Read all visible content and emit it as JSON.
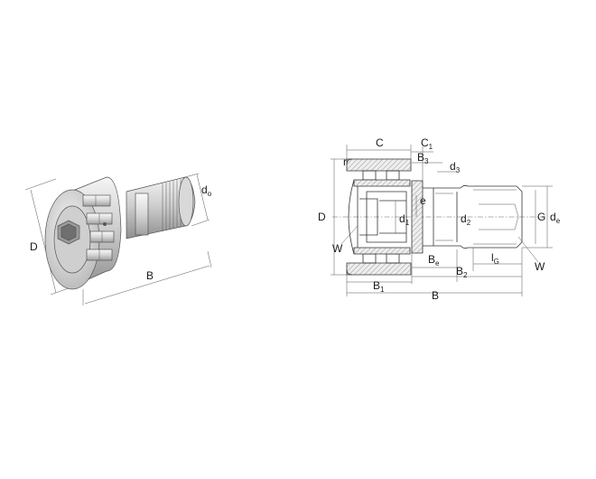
{
  "left_view": {
    "labels": {
      "D": "D",
      "B": "B",
      "d_base": "d",
      "d_sub": "o"
    }
  },
  "right_view": {
    "labels": {
      "C": "C",
      "C1_base": "C",
      "C1_sub": "1",
      "B3_base": "B",
      "B3_sub": "3",
      "d3_base": "d",
      "d3_sub": "3",
      "r": "r",
      "D": "D",
      "e": "e",
      "d1_base": "d",
      "d1_sub": "1",
      "d2_base": "d",
      "d2_sub": "2",
      "G": "G",
      "de_base": "d",
      "de_sub": "e",
      "W_left": "W",
      "W_right": "W",
      "Be_base": "B",
      "Be_sub": "e",
      "B2_base": "B",
      "B2_sub": "2",
      "lG_base": "l",
      "lG_sub": "G",
      "B1_base": "B",
      "B1_sub": "1",
      "B": "B"
    }
  }
}
